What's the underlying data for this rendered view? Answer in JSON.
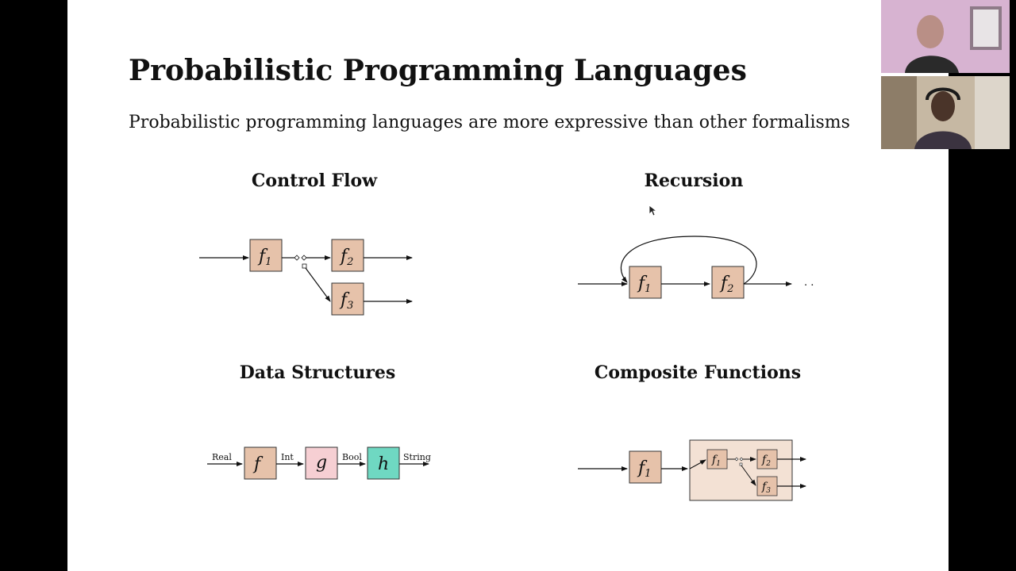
{
  "slide": {
    "title": "Probabilistic Programming Languages",
    "subtitle": "Probabilistic programming languages are more expressive than other formalisms"
  },
  "sections": {
    "control_flow": {
      "title": "Control Flow",
      "boxes": [
        {
          "label": "f",
          "sub": "1"
        },
        {
          "label": "f",
          "sub": "2"
        },
        {
          "label": "f",
          "sub": "3"
        }
      ]
    },
    "recursion": {
      "title": "Recursion",
      "boxes": [
        {
          "label": "f",
          "sub": "1"
        },
        {
          "label": "f",
          "sub": "2"
        }
      ],
      "ellipsis": ". ."
    },
    "data_structures": {
      "title": "Data Structures",
      "boxes": [
        {
          "label": "f"
        },
        {
          "label": "g"
        },
        {
          "label": "h"
        }
      ],
      "types": [
        "Real",
        "Int",
        "Bool",
        "String"
      ]
    },
    "composite_functions": {
      "title": "Composite Functions",
      "boxes": [
        {
          "label": "f",
          "sub": "1"
        },
        {
          "label": "f",
          "sub": "1"
        },
        {
          "label": "f",
          "sub": "2"
        },
        {
          "label": "f",
          "sub": "3"
        }
      ]
    }
  },
  "colors": {
    "box_tan": "#e6c2aa",
    "box_pink": "#f6cfd3",
    "box_teal": "#6fd8c2",
    "composite_bg": "#f3e1d4"
  }
}
